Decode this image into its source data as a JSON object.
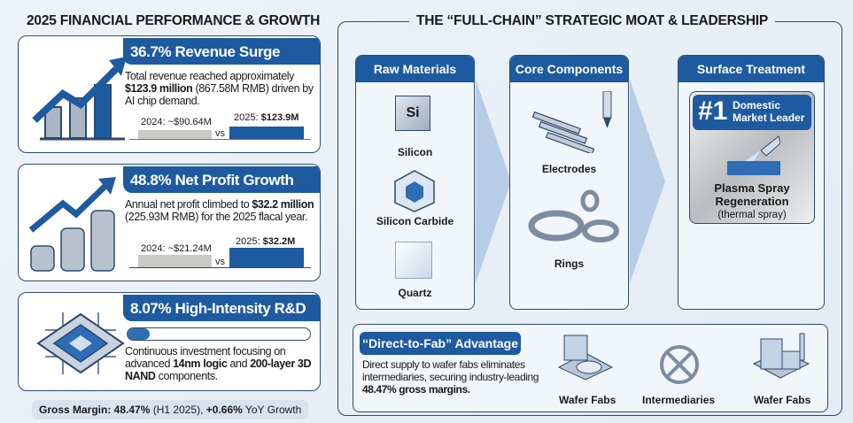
{
  "left": {
    "title": "2025 FINANCIAL PERFORMANCE & GROWTH",
    "revenue": {
      "heading": "36.7% Revenue Surge",
      "desc_pre": "Total revenue reached approximately ",
      "desc_bold": "$123.9 million",
      "desc_post": " (867.58M RMB) driven by AI chip demand.",
      "label_2024": "2024: ~$90.64M",
      "label_2025_pre": "2025: ",
      "label_2025_bold": "$123.9M",
      "vs": "vs",
      "value_2024": 90.64,
      "value_2025": 123.9
    },
    "profit": {
      "heading": "48.8% Net Profit Growth",
      "desc_pre": "Annual net profit climbed to ",
      "desc_bold": "$32.2 million",
      "desc_post": " (225.93M RMB) for the 2025 flacal year.",
      "label_2024": "2024: ~$21.24M",
      "label_2025_pre": "2025: ",
      "label_2025_bold": "$32.2M",
      "vs": "vs",
      "value_2024": 21.24,
      "value_2025": 32.2
    },
    "rd": {
      "heading": "8.07% High-Intensity R&D",
      "progress_percent": 8.07,
      "d1": "Continuous investment focusing on advanced ",
      "b1": "14nm logic",
      "d2": " and ",
      "b2": "200-layer 3D NAND",
      "d3": " components."
    },
    "margin": {
      "b1": "Gross Margin: 48.47%",
      "t1": " (H1 2025), ",
      "b2": "+0.66%",
      "t2": " YoY Growth"
    }
  },
  "right": {
    "title": "THE “FULL-CHAIN” STRATEGIC MOAT & LEADERSHIP",
    "columns": [
      {
        "header": "Raw Materials",
        "items": [
          "Silicon",
          "Silicon Carbide",
          "Quartz"
        ],
        "si_symbol": "Si"
      },
      {
        "header": "Core Components",
        "items": [
          "Electrodes",
          "Rings"
        ]
      },
      {
        "header": "Surface Treatment",
        "rank": "#1",
        "rank_label": "Domestic Market Leader",
        "service": "Plasma Spray Regeneration",
        "service_note": "(thermal spray)"
      }
    ],
    "direct": {
      "heading": "“Direct-to-Fab” Advantage",
      "d1": "Direct supply to wafer fabs eliminates intermediaries, securing industry-leading ",
      "b1": "48.47% gross margins.",
      "icons": [
        "Wafer Fabs",
        "Intermediaries",
        "Wafer Fabs"
      ]
    }
  },
  "colors": {
    "accent": "#1e5aa0",
    "border": "#2c4a6e",
    "gray_bar": "#c9c9c6"
  }
}
